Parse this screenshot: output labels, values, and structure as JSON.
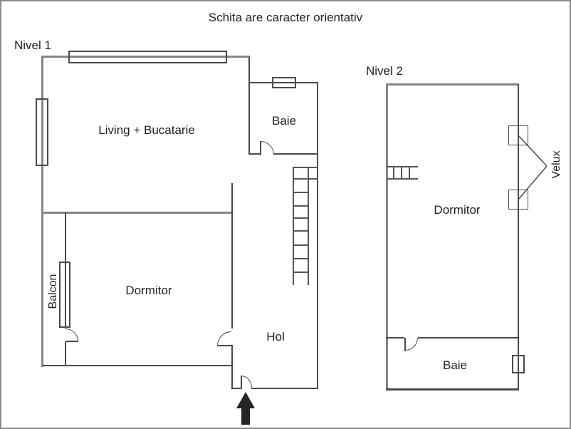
{
  "title": "Schita are caracter orientativ",
  "levels": {
    "nivel1": {
      "label": "Nivel 1",
      "rooms": {
        "living": "Living + Bucatarie",
        "baie": "Baie",
        "dormitor": "Dormitor",
        "hol": "Hol",
        "balcon": "Balcon"
      }
    },
    "nivel2": {
      "label": "Nivel 2",
      "rooms": {
        "dormitor": "Dormitor",
        "baie": "Baie",
        "velux": "Velux"
      }
    }
  },
  "icons": {
    "entrance_arrow": "entrance-arrow-icon"
  },
  "colors": {
    "background": "#ffffff",
    "frame": "#8a8a8a",
    "wall_gray": "#858585",
    "wall_dark": "#4a4a4a",
    "text": "#1f1f1f",
    "arrow": "#262626"
  }
}
